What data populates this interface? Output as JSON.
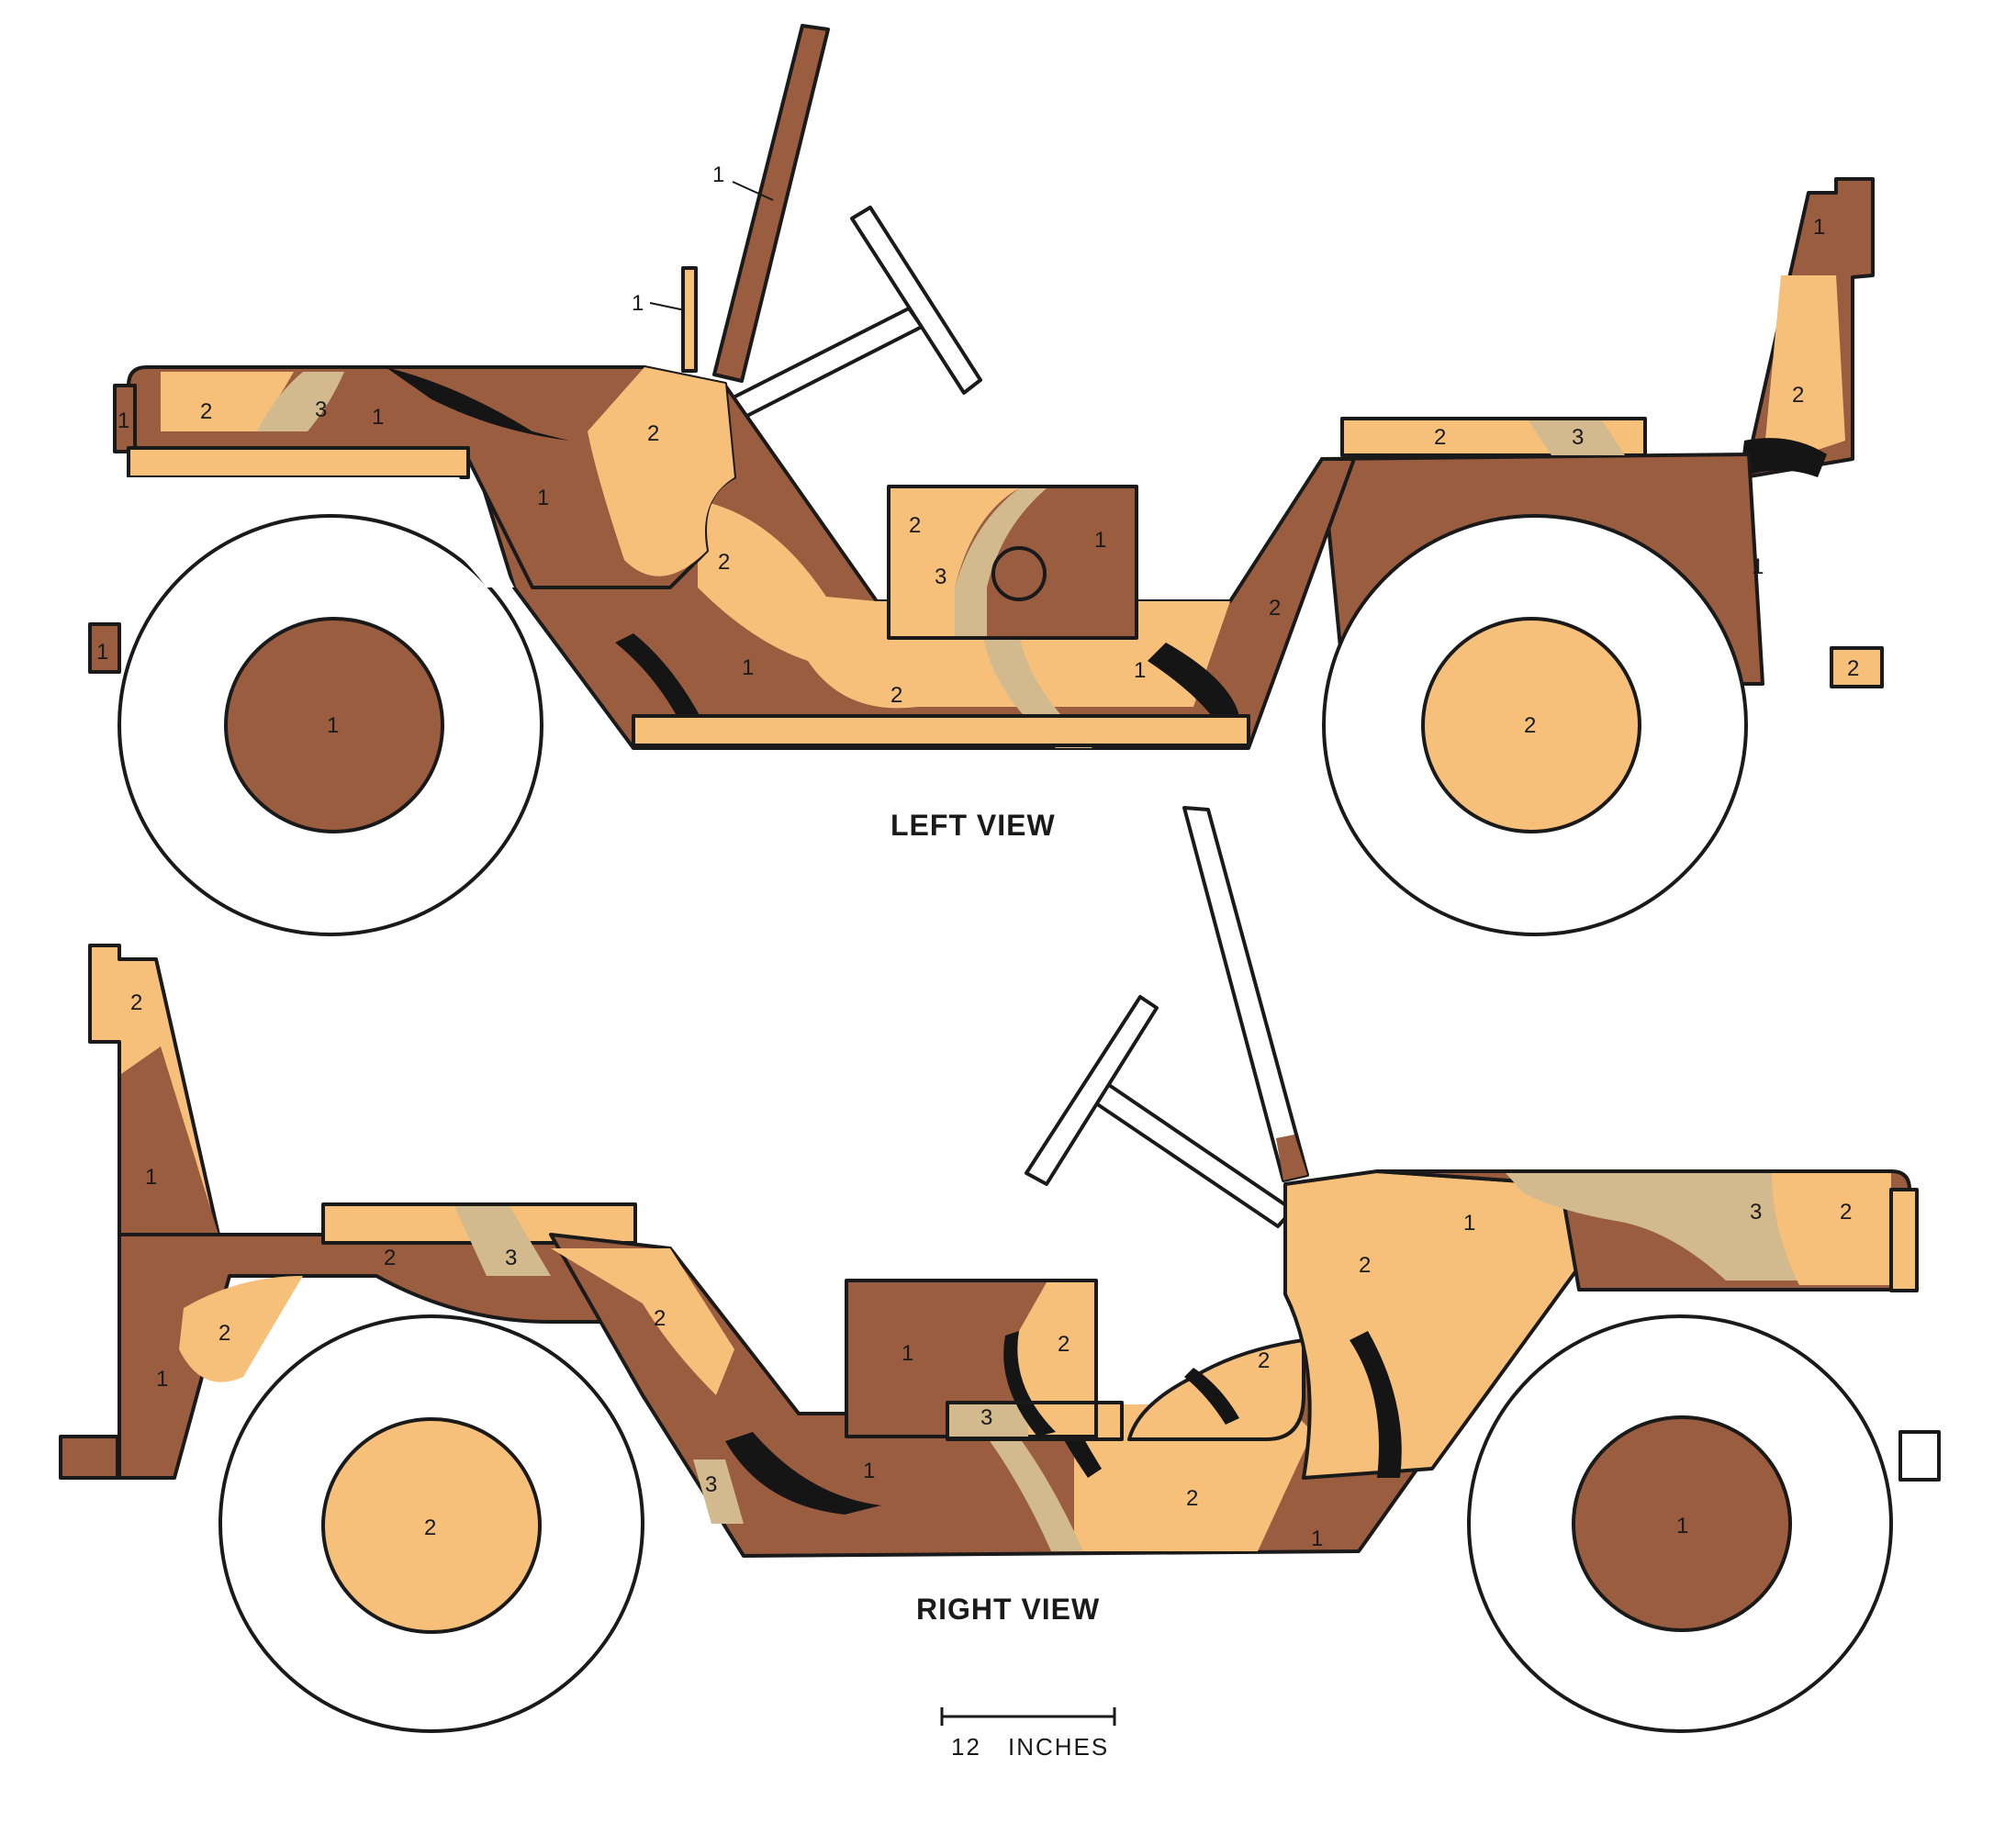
{
  "views": [
    {
      "caption": "LEFT VIEW"
    },
    {
      "caption": "RIGHT VIEW"
    }
  ],
  "scale_bar": {
    "number": "12",
    "unit": "INCHES"
  },
  "colors": {
    "color_1": "#9b5d40",
    "color_2": "#f6c07a",
    "color_3": "#d2b98e",
    "black": "#151515",
    "outline": "#1a1a1a",
    "tire": "#ffffff"
  },
  "markers": {
    "left": {
      "antenna": "1",
      "mast": "1",
      "hood_front": "1",
      "hood_2": "2",
      "hood_3": "3",
      "hood_1": "1",
      "cowl_2": "2",
      "fender_1": "1",
      "door_2": "2",
      "sill_1": "1",
      "sill_2": "2",
      "seatbox_2": "2",
      "seatbox_3": "3",
      "seatbox_1": "1",
      "rear_1": "1",
      "rear_top_2": "2",
      "rear_top_3": "3",
      "rear_2": "2",
      "bow_1": "1",
      "bow_2": "2",
      "tail_1": "1",
      "bumper_2": "2",
      "bracket_1": "1",
      "front_wheel": "1",
      "rear_wheel": "2"
    },
    "right": {
      "bow_2": "2",
      "bow_1": "1",
      "tail_2": "2",
      "tail_1": "1",
      "rear_top_2": "2",
      "rear_top_3": "3",
      "rear_fender_2": "2",
      "seatbox_1": "1",
      "seatbox_2": "2",
      "seatbox_3": "3",
      "door_2": "2",
      "cowl_2": "2",
      "hood_1": "1",
      "hood_3": "3",
      "hood_2": "2",
      "sill_3": "3",
      "sill_1": "1",
      "sill_2": "2",
      "sill_1b": "1",
      "rear_wheel": "2",
      "front_wheel": "1"
    }
  }
}
